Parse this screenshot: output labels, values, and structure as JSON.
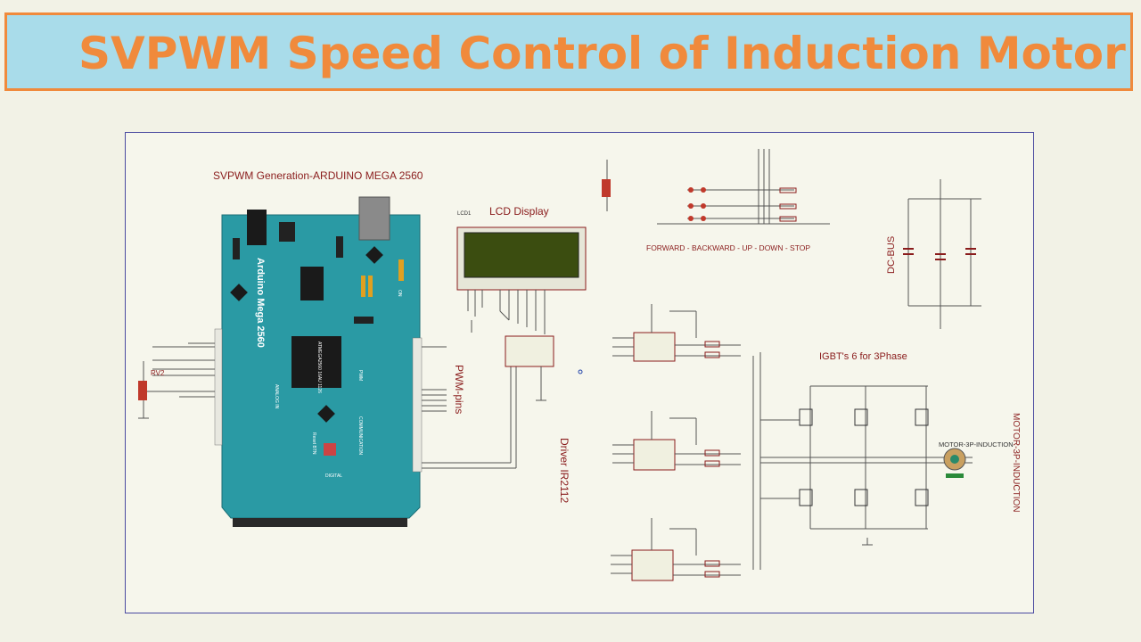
{
  "header": {
    "title": "SVPWM Speed Control of Induction Motor"
  },
  "labels": {
    "svpwm_generation": "SVPWM Generation-ARDUINO MEGA 2560",
    "lcd_display": "LCD Display",
    "lcd_ref": "LCD1",
    "buttons": "FORWARD - BACKWARD - UP - DOWN - STOP",
    "dc_bus": "DC-BUS",
    "igbt": "IGBT's 6 for 3Phase",
    "motor_label": "MOTOR-3P-INDUCTION",
    "motor_vertical": "MOTOR-3P-INDUCTION",
    "pwm_pins": "PWM-pins",
    "driver": "Driver IR2112",
    "rv2": "RV2",
    "board_name": "Arduino Mega 2560",
    "chip": "ATMEGA2560 16AU 1126",
    "digital": "DIGITAL",
    "analog_in": "ANALOG IN",
    "pwm": "PWM",
    "communication": "COMMUNICATION",
    "reset": "Reset BTN",
    "on": "ON"
  }
}
